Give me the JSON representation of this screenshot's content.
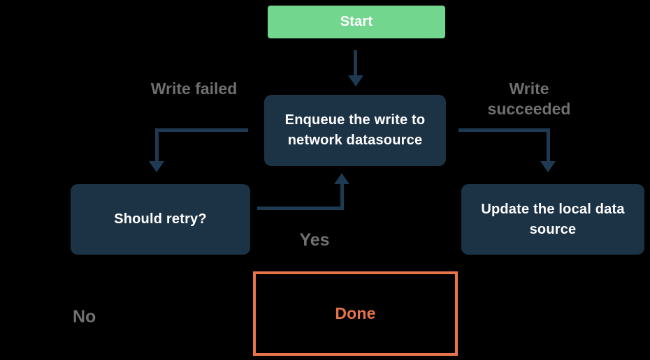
{
  "diagram": {
    "type": "flowchart",
    "background_color": "#000000",
    "colors": {
      "start_node_fill": "#72d68e",
      "process_node_fill": "#1c3245",
      "node_text": "#ffffff",
      "connector_line": "#1e3a52",
      "edge_label_text": "#707070",
      "done_node_border": "#e8744a",
      "done_node_text": "#e8744a"
    },
    "nodes": {
      "start": {
        "label": "Start"
      },
      "enqueue": {
        "label": "Enqueue the write to network datasource"
      },
      "should_retry": {
        "label": "Should retry?"
      },
      "update_local": {
        "label": "Update the local data source"
      },
      "done": {
        "label": "Done"
      }
    },
    "edge_labels": {
      "write_failed": "Write failed",
      "write_succeeded": "Write succeeded",
      "yes": "Yes",
      "no": "No"
    },
    "edges": [
      {
        "from": "start",
        "to": "enqueue",
        "label": ""
      },
      {
        "from": "enqueue",
        "to": "should_retry",
        "label": "Write failed"
      },
      {
        "from": "enqueue",
        "to": "update_local",
        "label": "Write succeeded"
      },
      {
        "from": "should_retry",
        "to": "enqueue",
        "label": "Yes"
      },
      {
        "from": "should_retry",
        "to": "done",
        "label": "No"
      }
    ]
  }
}
